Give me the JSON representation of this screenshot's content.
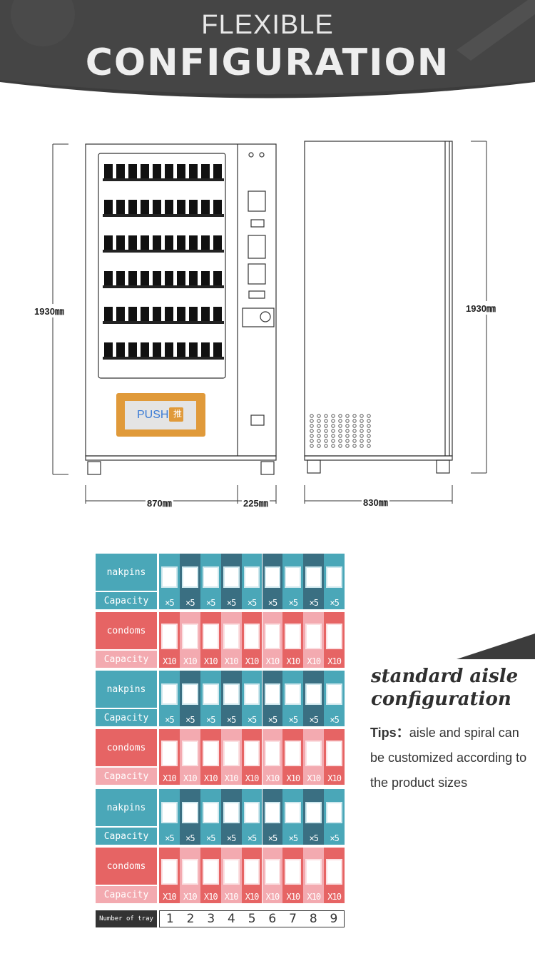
{
  "header": {
    "line1": "FLEXIBLE",
    "line2": "CONFIGURATION"
  },
  "dimensions": {
    "front_height": "1930㎜",
    "side_height": "1930㎜",
    "front_width": "870㎜",
    "panel_width": "225㎜",
    "side_depth": "830㎜"
  },
  "machine": {
    "push_label": "PUSH",
    "push_icon": "推"
  },
  "colors": {
    "teal": "#4aa7b8",
    "teal_dark": "#3a6f82",
    "red": "#e66464",
    "pink": "#f3aab0",
    "banner": "#3c3c3c"
  },
  "rows": [
    {
      "product": "nakpins",
      "capacity_label": "Capacity",
      "qty": "×5",
      "theme": "teal"
    },
    {
      "product": "condoms",
      "capacity_label": "Capacity",
      "qty": "X10",
      "theme": "red"
    },
    {
      "product": "nakpins",
      "capacity_label": "Capacity",
      "qty": "×5",
      "theme": "teal"
    },
    {
      "product": "condoms",
      "capacity_label": "Capacity",
      "qty": "X10",
      "theme": "red"
    },
    {
      "product": "nakpins",
      "capacity_label": "Capacity",
      "qty": "×5",
      "theme": "teal"
    },
    {
      "product": "condoms",
      "capacity_label": "Capacity",
      "qty": "X10",
      "theme": "red"
    }
  ],
  "tray": {
    "label": "Number of tray",
    "numbers": [
      "1",
      "2",
      "3",
      "4",
      "5",
      "6",
      "7",
      "8",
      "9"
    ]
  },
  "side": {
    "title_line1": "standard aisle",
    "title_line2": "configuration",
    "tips_label": "Tips：",
    "tips_text": "aisle and spiral can be customized according to the product sizes"
  }
}
